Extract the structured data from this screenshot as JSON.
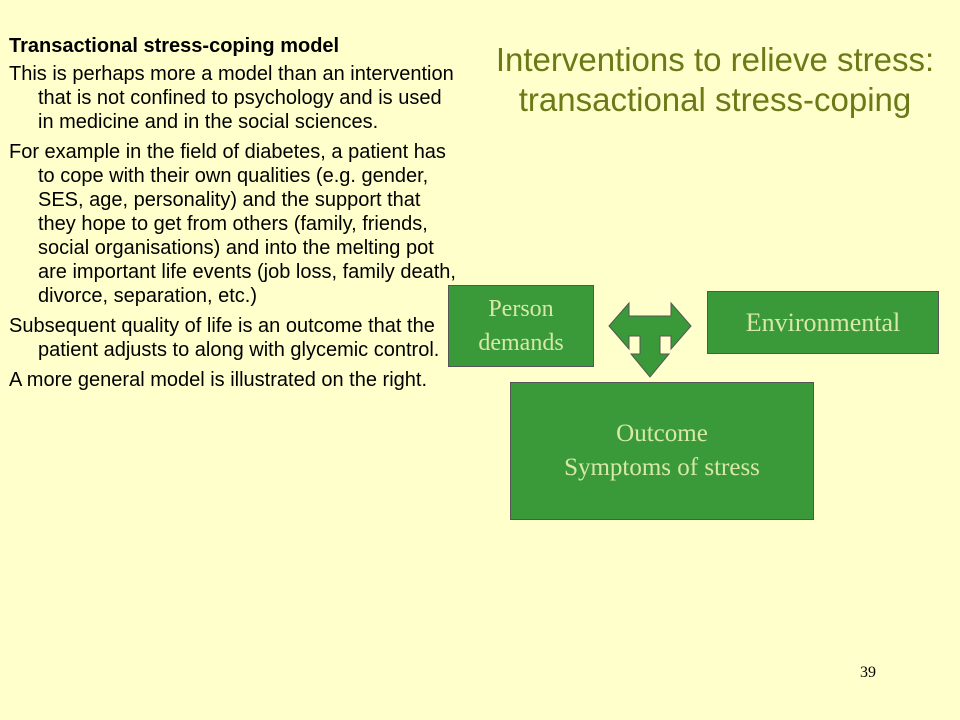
{
  "left_panel": {
    "heading": "Transactional stress-coping model",
    "paragraphs": [
      "This is perhaps more a model than an intervention that is not confined to psychology and is used in medicine and in the social sciences.",
      "For example in the field of diabetes, a patient has to cope with their own qualities (e.g. gender, SES, age, personality) and the support that they hope to get from others (family, friends, social organisations) and into the melting pot are important life events (job loss, family death, divorce, separation, etc.)",
      "Subsequent quality of life is an outcome that the patient adjusts to along with glycemic control.",
      "A more general model is illustrated on the right."
    ]
  },
  "title": "Interventions to relieve stress: transactional stress-coping",
  "diagram": {
    "person_box": {
      "line1": "Person",
      "line2": "demands"
    },
    "environmental_box": "Environmental",
    "outcome_box": {
      "line1": "Outcome",
      "line2": "Symptoms of stress"
    }
  },
  "page_number": "39",
  "colors": {
    "background": "#FFFFCC",
    "title": "#6B7A17",
    "box_fill": "#3A9A3A",
    "box_text": "#D8E8A8"
  }
}
